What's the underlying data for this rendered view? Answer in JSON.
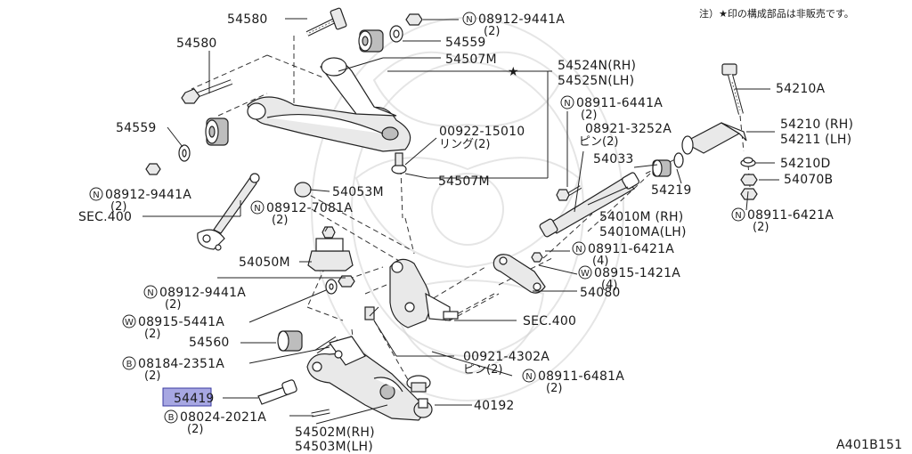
{
  "note": "注）★印の構成部品は非販売です。",
  "figure_code": "A401B151",
  "highlighted_part": "54419",
  "labels": {
    "p54580_top": "54580",
    "n08912_9441a_top": "08912-9441A",
    "qty_2_a": "(2)",
    "p54559_top": "54559",
    "p54507m_top": "54507M",
    "p54524n": "54524N(RH)",
    "p54525n": "54525N(LH)",
    "p54580_left": "54580",
    "p54559_left": "54559",
    "n08912_9441a_left": "08912-9441A",
    "qty_2_b": "(2)",
    "sec400_left": "SEC.400",
    "p00922": "00922-15010",
    "ring_2": "リング(2)",
    "p54507m_mid": "54507M",
    "p54053m": "54053M",
    "n08912_7081a": "08912-7081A",
    "qty_2_c": "(2)",
    "p54050m": "54050M",
    "n08912_9441a_low": "08912-9441A",
    "qty_2_d": "(2)",
    "w08915_5441a": "08915-5441A",
    "qty_2_e": "(2)",
    "p54560": "54560",
    "b08184_2351a": "08184-2351A",
    "qty_2_f": "(2)",
    "p54419": "54419",
    "b08024_2021a": "08024-2021A",
    "qty_2_g": "(2)",
    "p54502m": "54502M(RH)",
    "p54503m": "54503M(LH)",
    "n08911_6441a": "08911-6441A",
    "qty_2_h": "(2)",
    "p08921": "08921-3252A",
    "pin_2_a": "ピン(2)",
    "p54033": "54033",
    "p54219": "54219",
    "p54010m": "54010M (RH)",
    "p54010ma": "54010MA(LH)",
    "n08911_6421a_mid": "08911-6421A",
    "qty_4_a": "(4)",
    "w08915_1421a": "08915-1421A",
    "qty_4_b": "(4)",
    "p54080": "54080",
    "sec400_right": "SEC.400",
    "p00921": "00921-4302A",
    "pin_2_b": "ピン(2)",
    "n08911_6481a": "08911-6481A",
    "qty_2_i": "(2)",
    "p40192": "40192",
    "p54210a": "54210A",
    "p54210": "54210 (RH)",
    "p54211": "54211 (LH)",
    "p54210d": "54210D",
    "p54070b": "54070B",
    "n08911_6421a_right": "08911-6421A",
    "qty_2_j": "(2)"
  },
  "prefix_marks": {
    "nut": "N",
    "washer": "W",
    "bolt": "B",
    "star": "★"
  }
}
